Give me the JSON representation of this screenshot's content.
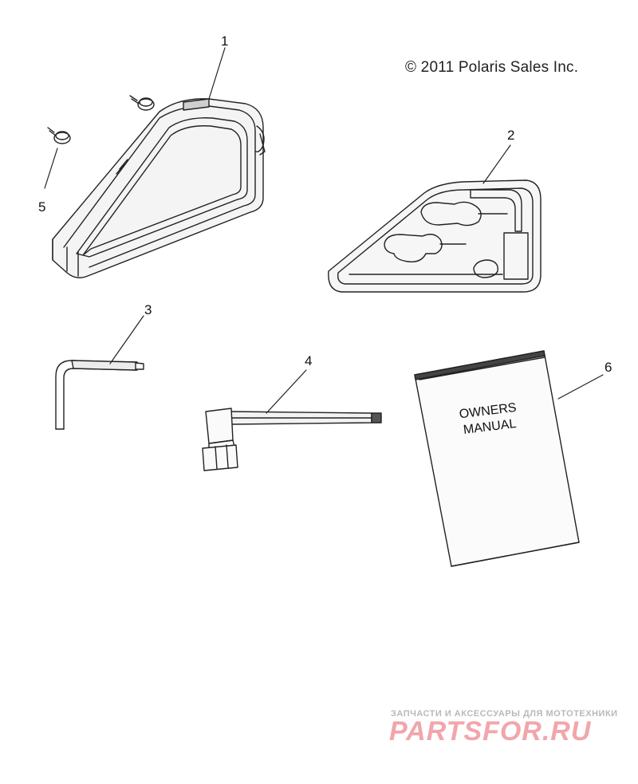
{
  "copyright": "© 2011 Polaris Sales Inc.",
  "callouts": [
    "1",
    "2",
    "3",
    "4",
    "5",
    "6"
  ],
  "manual": {
    "line1": "OWNERS",
    "line2": "MANUAL"
  },
  "watermark": {
    "small": "ЗАПЧАСТИ И АКСЕССУАРЫ ДЛЯ МОТОТЕХНИКИ",
    "big": "PARTSFOR.RU"
  }
}
